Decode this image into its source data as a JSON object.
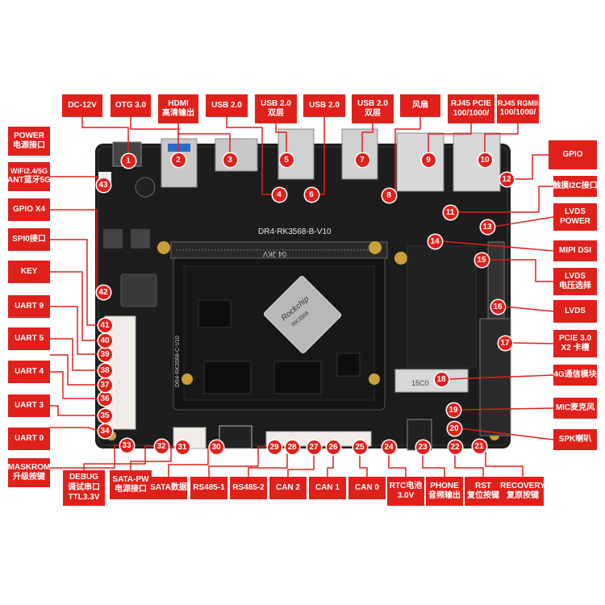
{
  "board": {
    "silkscreen_model": "DR4-RK3568-B-V10",
    "silkscreen_core": "DR4-RK3568-C-V10",
    "chip_brand": "Rockchip",
    "chip_model": "RK3568",
    "module_mark": "04 JKV",
    "sim_mark": "15C0"
  },
  "colors": {
    "label": "#e0201b",
    "board": "#1d1d1d",
    "line": "#e0201b"
  },
  "labels": [
    {
      "id": "dc12v",
      "lines": [
        "DC-12V"
      ]
    },
    {
      "id": "otg30",
      "lines": [
        "OTG 3.0"
      ]
    },
    {
      "id": "hdmi",
      "lines": [
        "HDMI",
        "高清输出"
      ]
    },
    {
      "id": "usb20a",
      "lines": [
        "USB 2.0"
      ]
    },
    {
      "id": "usb20b",
      "lines": [
        "USB 2.0",
        "双层"
      ]
    },
    {
      "id": "usb20c",
      "lines": [
        "USB 2.0"
      ]
    },
    {
      "id": "usb20d",
      "lines": [
        "USB 2.0",
        "双层"
      ]
    },
    {
      "id": "fan",
      "lines": [
        "风扇"
      ]
    },
    {
      "id": "rj45pcie",
      "lines": [
        "RJ45 PCIE",
        "100/1000/"
      ]
    },
    {
      "id": "rj45rgmii",
      "lines": [
        "RJ45 RGMII",
        "100/1000/"
      ]
    },
    {
      "id": "power",
      "lines": [
        "POWER",
        "电源接口"
      ]
    },
    {
      "id": "wifi",
      "lines": [
        "WiFi2.4/5G",
        "ANT蓝牙5G"
      ]
    },
    {
      "id": "gpiox4",
      "lines": [
        "GPIO X4"
      ]
    },
    {
      "id": "spi0",
      "lines": [
        "SPI0接口"
      ]
    },
    {
      "id": "key",
      "lines": [
        "KEY"
      ]
    },
    {
      "id": "uart9",
      "lines": [
        "UART 9"
      ]
    },
    {
      "id": "uart5",
      "lines": [
        "UART 5"
      ]
    },
    {
      "id": "uart4",
      "lines": [
        "UART 4"
      ]
    },
    {
      "id": "uart3",
      "lines": [
        "UART 3"
      ]
    },
    {
      "id": "uart0",
      "lines": [
        "UART 0"
      ]
    },
    {
      "id": "maskrom",
      "lines": [
        "MASKROM",
        "升级按键"
      ]
    },
    {
      "id": "gpio",
      "lines": [
        "GPIO"
      ]
    },
    {
      "id": "touch",
      "lines": [
        "触摸I2C接口"
      ]
    },
    {
      "id": "lvdspower",
      "lines": [
        "LVDS",
        "POWER"
      ]
    },
    {
      "id": "mipidsi",
      "lines": [
        "MIPI DSI"
      ]
    },
    {
      "id": "lvdsvolt",
      "lines": [
        "LVDS",
        "电压选择"
      ]
    },
    {
      "id": "lvds",
      "lines": [
        "LVDS"
      ]
    },
    {
      "id": "pcie30",
      "lines": [
        "PCIE 3.0",
        "X2 卡槽"
      ]
    },
    {
      "id": "4g",
      "lines": [
        "4G通信模块"
      ]
    },
    {
      "id": "mic",
      "lines": [
        "MIC麦克风"
      ]
    },
    {
      "id": "spk",
      "lines": [
        "SPK喇叭"
      ]
    },
    {
      "id": "debug",
      "lines": [
        "DEBUG",
        "调试串口",
        "TTL3.3V"
      ]
    },
    {
      "id": "satapw",
      "lines": [
        "SATA-PW",
        "电源接口"
      ]
    },
    {
      "id": "sata",
      "lines": [
        "SATA数据"
      ]
    },
    {
      "id": "rs4851",
      "lines": [
        "RS485-1"
      ]
    },
    {
      "id": "rs4852",
      "lines": [
        "RS485-2"
      ]
    },
    {
      "id": "can2",
      "lines": [
        "CAN 2"
      ]
    },
    {
      "id": "can1",
      "lines": [
        "CAN 1"
      ]
    },
    {
      "id": "can0",
      "lines": [
        "CAN 0"
      ]
    },
    {
      "id": "rtc",
      "lines": [
        "RTC电池",
        "3.0V"
      ]
    },
    {
      "id": "phone",
      "lines": [
        "PHONE",
        "音频输出"
      ]
    },
    {
      "id": "rst",
      "lines": [
        "RST",
        "复位按键"
      ]
    },
    {
      "id": "recovery",
      "lines": [
        "RECOVERY",
        "复原按键"
      ]
    }
  ],
  "numbers": [
    "1",
    "2",
    "3",
    "4",
    "5",
    "6",
    "7",
    "8",
    "9",
    "10",
    "11",
    "12",
    "13",
    "14",
    "15",
    "16",
    "17",
    "18",
    "19",
    "20",
    "21",
    "22",
    "23",
    "24",
    "25",
    "26",
    "27",
    "28",
    "29",
    "30",
    "31",
    "32",
    "33",
    "34",
    "35",
    "36",
    "37",
    "38",
    "39",
    "40",
    "41",
    "42",
    "43"
  ]
}
